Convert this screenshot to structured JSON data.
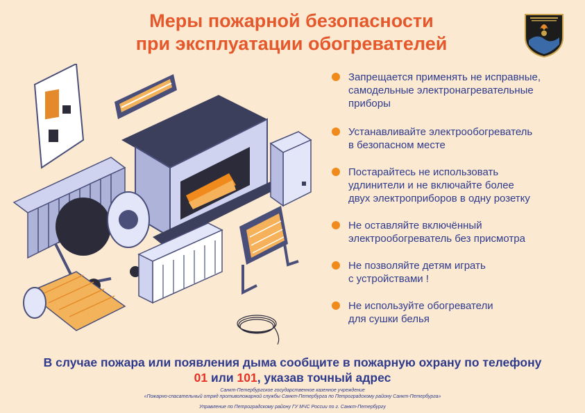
{
  "title": {
    "line1": "Меры пожарной безопасности",
    "line2": "при эксплуатации обогревателей"
  },
  "rules": [
    {
      "text": "Запрещается применять не исправные,\nсамодельные электронагревательные\nприборы"
    },
    {
      "text": "Устанавливайте электрообогреватель\nв безопасном месте"
    },
    {
      "text": "Постарайтесь не использовать\nудлинители и не включайте более\nдвух электроприборов в одну розетку"
    },
    {
      "text": "Не оставляйте включённый\nэлектрообогреватель без присмотра"
    },
    {
      "text": "Не  позволяйте детям играть\nс устройствами !"
    },
    {
      "text": "Не  используйте обогреватели\nдля сушки белья"
    }
  ],
  "call": {
    "line1": "В случае пожара или появления дыма сообщите в пожарную охрану по телефону",
    "num1": "01",
    "or": " или ",
    "num2": "101",
    "rest": ", указав точный адрес"
  },
  "footer": {
    "org1": "Санкт-Петербургское государственное казенное учреждение",
    "org2": "«Пожарно-спасательный отряд противопожарной службы Санкт-Петербурга по Петроградскому району Санкт-Петербурга»",
    "org3": "Управление по Петроградскому району ГУ МЧС России по г. Санкт-Петербургу"
  },
  "colors": {
    "background": "#fbe9d2",
    "title": "#e5582b",
    "text": "#2e3a8c",
    "bullet": "#f08a1c",
    "phone": "#e53023"
  }
}
